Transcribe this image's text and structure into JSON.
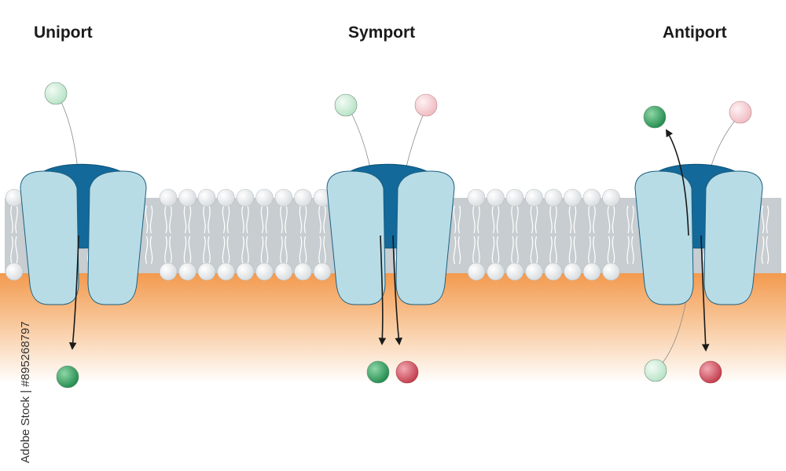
{
  "panels": [
    {
      "id": "uniport",
      "title": "Uniport"
    },
    {
      "id": "symport",
      "title": "Symport"
    },
    {
      "id": "antiport",
      "title": "Antiport"
    }
  ],
  "watermark": "Adobe Stock | #895268797",
  "colors": {
    "membrane_core": "#c7cdd0",
    "head_fill": "#eef1f3",
    "protein_dark": "#12699a",
    "protein_light": "#b8dce6",
    "cytoplasm": "#f5a058",
    "molecule_green": "#2f9e5f",
    "molecule_red": "#cf4a5a",
    "arrow": "#1a1a1a"
  }
}
